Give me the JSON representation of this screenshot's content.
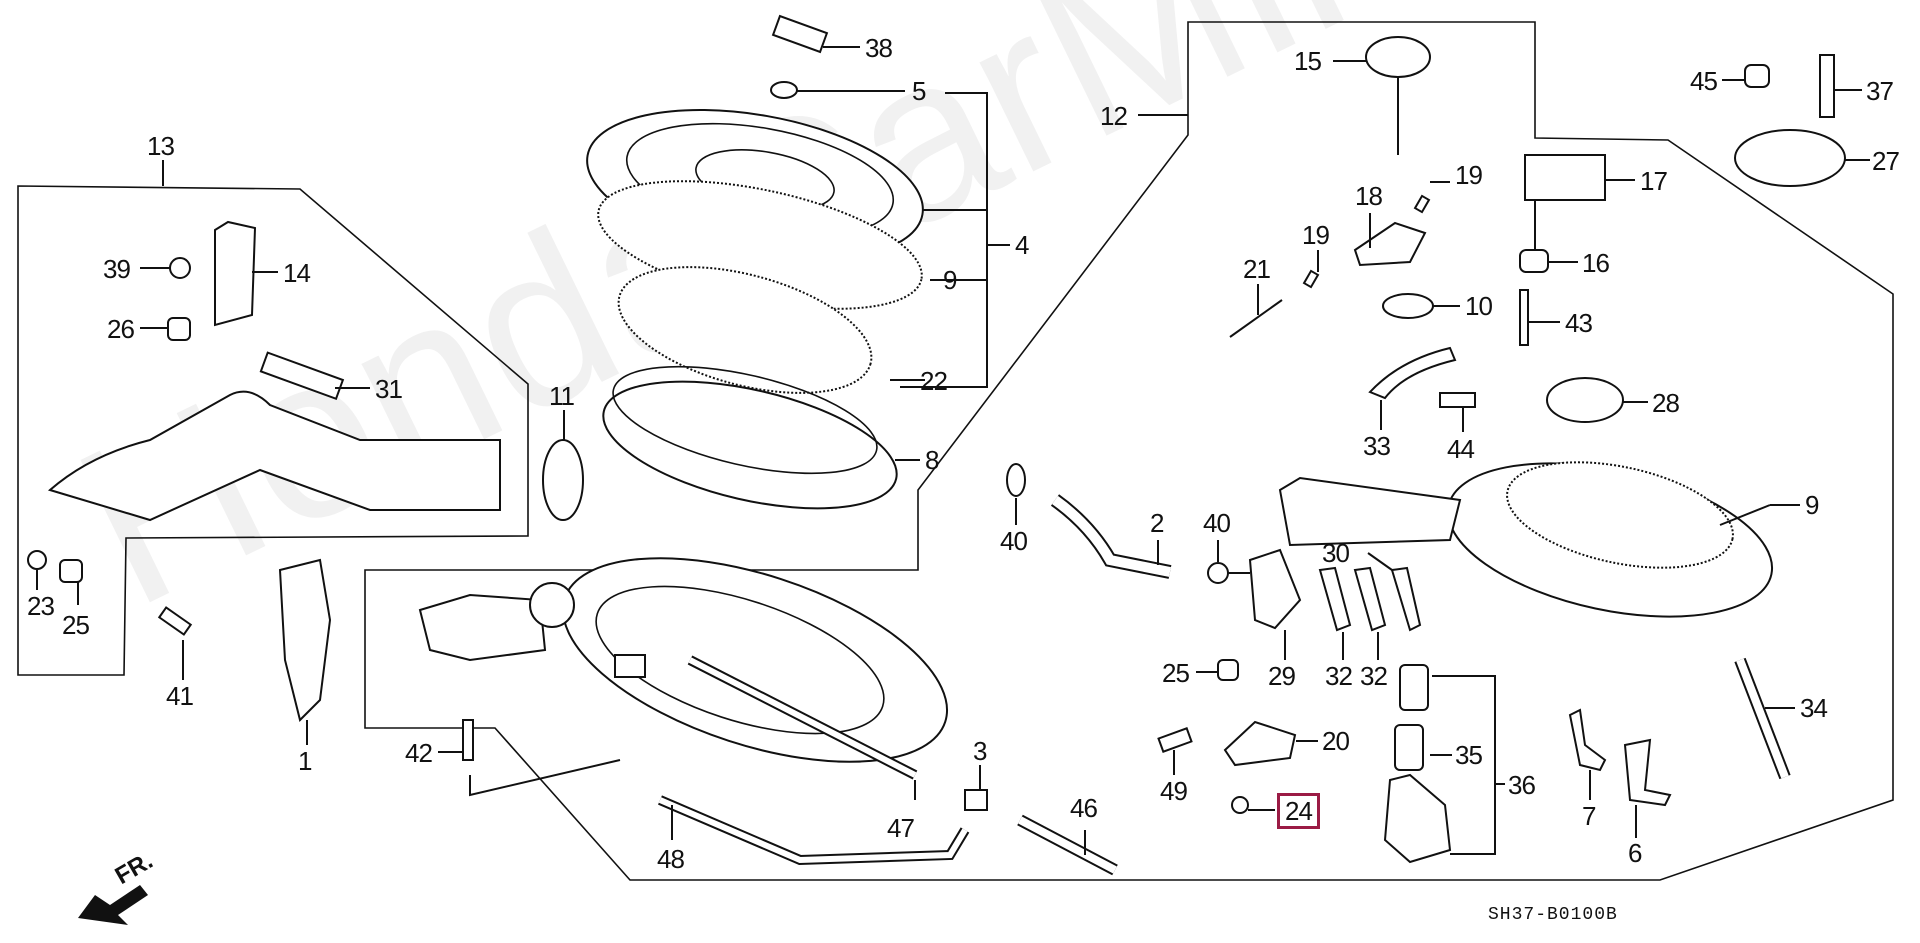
{
  "diagram": {
    "title": "Air Cleaner Assembly",
    "code": "SH37-B0100B",
    "direction_marker": "FR.",
    "watermark": "HondaCarMine.ru",
    "highlight_color": "#9b1b45",
    "highlighted_part": "24"
  },
  "callouts": [
    {
      "id": "c1",
      "num": "1"
    },
    {
      "id": "c2",
      "num": "2"
    },
    {
      "id": "c3",
      "num": "3"
    },
    {
      "id": "c4",
      "num": "4"
    },
    {
      "id": "c5",
      "num": "5"
    },
    {
      "id": "c6",
      "num": "6"
    },
    {
      "id": "c7",
      "num": "7"
    },
    {
      "id": "c8",
      "num": "8"
    },
    {
      "id": "c9a",
      "num": "9"
    },
    {
      "id": "c9b",
      "num": "9"
    },
    {
      "id": "c10",
      "num": "10"
    },
    {
      "id": "c11",
      "num": "11"
    },
    {
      "id": "c12",
      "num": "12"
    },
    {
      "id": "c13",
      "num": "13"
    },
    {
      "id": "c14",
      "num": "14"
    },
    {
      "id": "c15",
      "num": "15"
    },
    {
      "id": "c16",
      "num": "16"
    },
    {
      "id": "c17",
      "num": "17"
    },
    {
      "id": "c18",
      "num": "18"
    },
    {
      "id": "c19a",
      "num": "19"
    },
    {
      "id": "c19b",
      "num": "19"
    },
    {
      "id": "c20",
      "num": "20"
    },
    {
      "id": "c21",
      "num": "21"
    },
    {
      "id": "c22",
      "num": "22"
    },
    {
      "id": "c23",
      "num": "23"
    },
    {
      "id": "c24",
      "num": "24"
    },
    {
      "id": "c25a",
      "num": "25"
    },
    {
      "id": "c25b",
      "num": "25"
    },
    {
      "id": "c26",
      "num": "26"
    },
    {
      "id": "c27",
      "num": "27"
    },
    {
      "id": "c28",
      "num": "28"
    },
    {
      "id": "c29",
      "num": "29"
    },
    {
      "id": "c30",
      "num": "30"
    },
    {
      "id": "c31",
      "num": "31"
    },
    {
      "id": "c32a",
      "num": "32"
    },
    {
      "id": "c32b",
      "num": "32"
    },
    {
      "id": "c33",
      "num": "33"
    },
    {
      "id": "c34",
      "num": "34"
    },
    {
      "id": "c35",
      "num": "35"
    },
    {
      "id": "c36",
      "num": "36"
    },
    {
      "id": "c37",
      "num": "37"
    },
    {
      "id": "c38",
      "num": "38"
    },
    {
      "id": "c39",
      "num": "39"
    },
    {
      "id": "c40a",
      "num": "40"
    },
    {
      "id": "c40b",
      "num": "40"
    },
    {
      "id": "c41",
      "num": "41"
    },
    {
      "id": "c42",
      "num": "42"
    },
    {
      "id": "c43",
      "num": "43"
    },
    {
      "id": "c44",
      "num": "44"
    },
    {
      "id": "c45",
      "num": "45"
    },
    {
      "id": "c46",
      "num": "46"
    },
    {
      "id": "c47",
      "num": "47"
    },
    {
      "id": "c48",
      "num": "48"
    },
    {
      "id": "c49",
      "num": "49"
    }
  ]
}
